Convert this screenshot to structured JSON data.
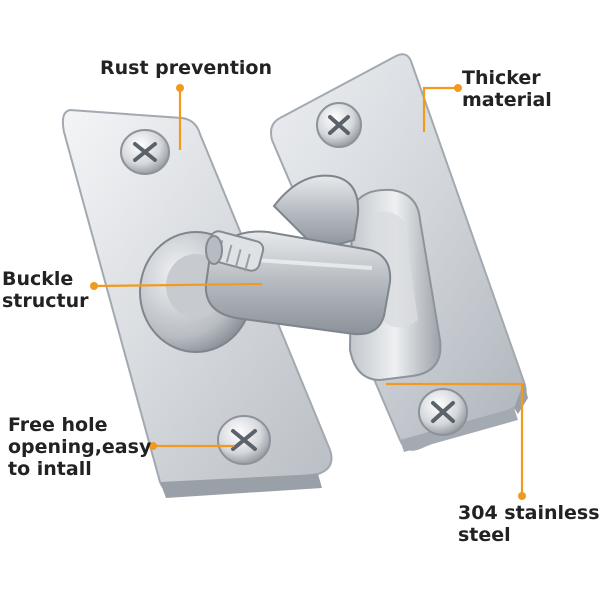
{
  "labels": {
    "rust_prevention": "Rust prevention",
    "thicker_line1": "Thicker",
    "thicker_line2": "material",
    "buckle_line1": "Buckle",
    "buckle_line2": "structur",
    "free_line1": "Free hole",
    "free_line2": "opening,easy",
    "free_line3": "to intall",
    "steel_line1": "304 stainless",
    "steel_line2": "steel"
  },
  "colors": {
    "accent": "#f29a1f",
    "text": "#222222",
    "metal_light": "#eef0f2",
    "metal_mid": "#c8ccd1",
    "metal_dark": "#8e949b"
  }
}
